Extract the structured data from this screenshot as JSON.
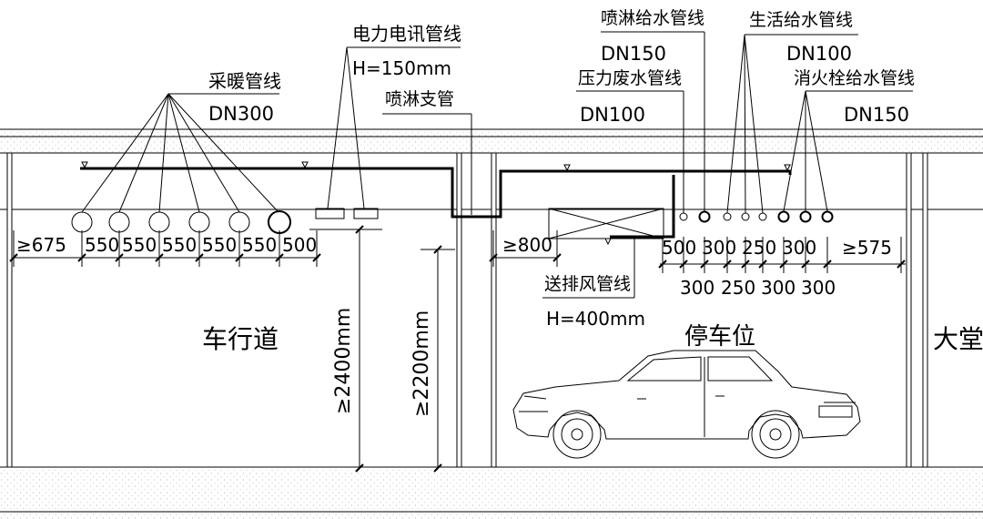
{
  "labels": {
    "heating_pipe": "采暖管线",
    "heating_dn": "DN300",
    "power_pipe": "电力电讯管线",
    "power_h": "H=150mm",
    "sprinkler_branch": "喷淋支管",
    "sprinkler_supply": "喷淋给水管线",
    "sprinkler_dn": "DN150",
    "pressure_waste": "压力废水管线",
    "pressure_dn": "DN100",
    "domestic_water": "生活给水管线",
    "domestic_dn": "DN100",
    "hydrant_water": "消火栓给水管线",
    "hydrant_dn": "DN150",
    "vent_duct": "送排风管线",
    "vent_h": "H=400mm",
    "driveway": "车行道",
    "parking": "停车位",
    "lobby": "大堂",
    "clear_2400": "≥2400mm",
    "clear_2200": "≥2200mm"
  },
  "dims_left": [
    "≥675",
    "550",
    "550",
    "550",
    "550",
    "550",
    "500"
  ],
  "dim_800": "≥800",
  "dims_right_top": [
    "500",
    "300",
    "250",
    "300"
  ],
  "dims_right_bottom": [
    "300",
    "250",
    "300",
    "300"
  ],
  "dim_575": "≥575"
}
